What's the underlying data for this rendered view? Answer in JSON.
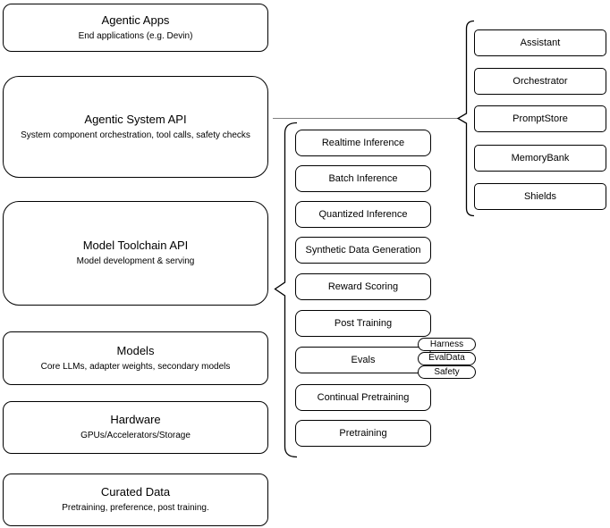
{
  "diagram": {
    "stack": [
      {
        "title": "Agentic Apps",
        "subtitle": "End applications (e.g. Devin)"
      },
      {
        "title": "Agentic System API",
        "subtitle": "System component orchestration, tool calls, safety checks"
      },
      {
        "title": "Model Toolchain API",
        "subtitle": "Model development & serving"
      },
      {
        "title": "Models",
        "subtitle": "Core LLMs, adapter weights, secondary models"
      },
      {
        "title": "Hardware",
        "subtitle": "GPUs/Accelerators/Storage"
      },
      {
        "title": "Curated Data",
        "subtitle": "Pretraining, preference, post training."
      }
    ],
    "toolchain_services": [
      "Realtime Inference",
      "Batch Inference",
      "Quantized Inference",
      "Synthetic Data Generation",
      "Reward Scoring",
      "Post Training",
      "Evals",
      "Continual Pretraining",
      "Pretraining"
    ],
    "evals_tags": [
      "Harness",
      "EvalData",
      "Safety"
    ],
    "system_components": [
      "Assistant",
      "Orchestrator",
      "PromptStore",
      "MemoryBank",
      "Shields"
    ],
    "colors": {
      "background": "#ffffff",
      "box_border": "#000000",
      "text": "#000000",
      "connector": "#808080"
    }
  }
}
